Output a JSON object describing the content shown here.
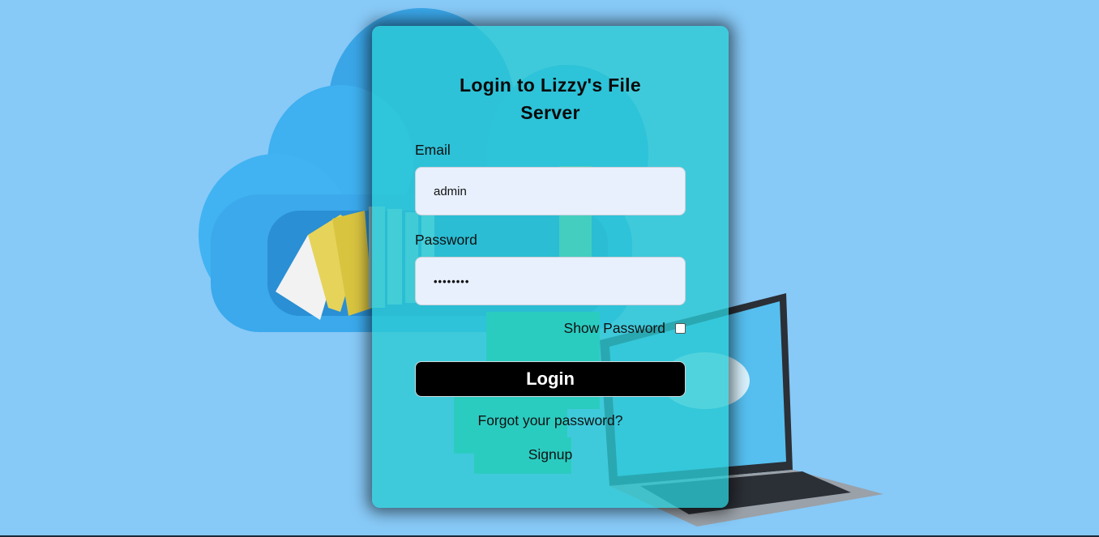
{
  "colors": {
    "page_background": "#87c9f7",
    "card_background": "#2acbd4",
    "button_background": "#000000",
    "input_background": "#e8f0fe"
  },
  "login": {
    "title": "Login to Lizzy's File Server",
    "email_label": "Email",
    "email_value": "admin",
    "password_label": "Password",
    "password_value": "••••••••",
    "show_password_label": "Show Password",
    "show_password_checked": false,
    "login_button": "Login",
    "forgot_link": "Forgot your password?",
    "signup_link": "Signup"
  },
  "background": {
    "icons": [
      "cloud-storage-icon",
      "folder-icon",
      "laptop-icon"
    ]
  }
}
